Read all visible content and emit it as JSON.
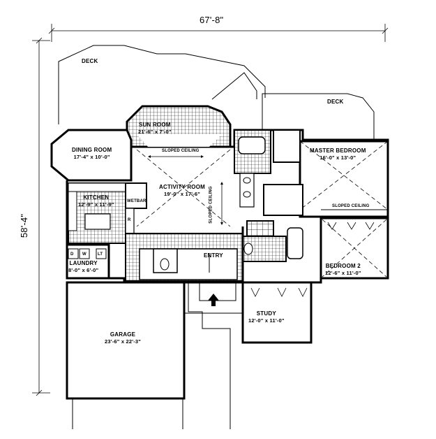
{
  "dimensions": {
    "overall_width": "67'-8\"",
    "overall_depth": "58'-4\""
  },
  "rooms": {
    "deck_rear": {
      "label": "DECK"
    },
    "deck_master": {
      "label": "DECK"
    },
    "sun_room": {
      "label": "SUN ROOM",
      "dims": "21'-6\" x 7'-0\""
    },
    "dining_room": {
      "label": "DINING ROOM",
      "dims": "17'-4\" x 10'-0\""
    },
    "master_bedroom": {
      "label": "MASTER BEDROOM",
      "dims": "16'-0\" x 13'-0\""
    },
    "kitchen": {
      "label": "KITCHEN",
      "dims": "12'-9\" x 11'-9\""
    },
    "wetbar": {
      "label": "WETBAR"
    },
    "activity_room": {
      "label": "ACTIVITY ROOM",
      "dims": "19'-0\" x 17'-6\""
    },
    "laundry": {
      "label": "LAUNDRY",
      "dims": "8'-0\" x 6'-0\""
    },
    "entry": {
      "label": "ENTRY"
    },
    "bedroom2": {
      "label": "BEDROOM 2",
      "dims": "12'-6\" x 11'-0\""
    },
    "study": {
      "label": "STUDY",
      "dims": "12'-0\" x 11'-0\""
    },
    "garage": {
      "label": "GARAGE",
      "dims": "23'-6\" x 22'-3\""
    }
  },
  "notes": {
    "sloped_ceiling_sun": "SLOPED CEILING",
    "sloped_ceiling_activity": "SLOPED CEILING",
    "sloped_ceiling_master": "SLOPED CEILING"
  },
  "fixtures": {
    "dryer": "D",
    "washer": "W",
    "laundry_tub": "LT",
    "refrigerator": "R"
  }
}
